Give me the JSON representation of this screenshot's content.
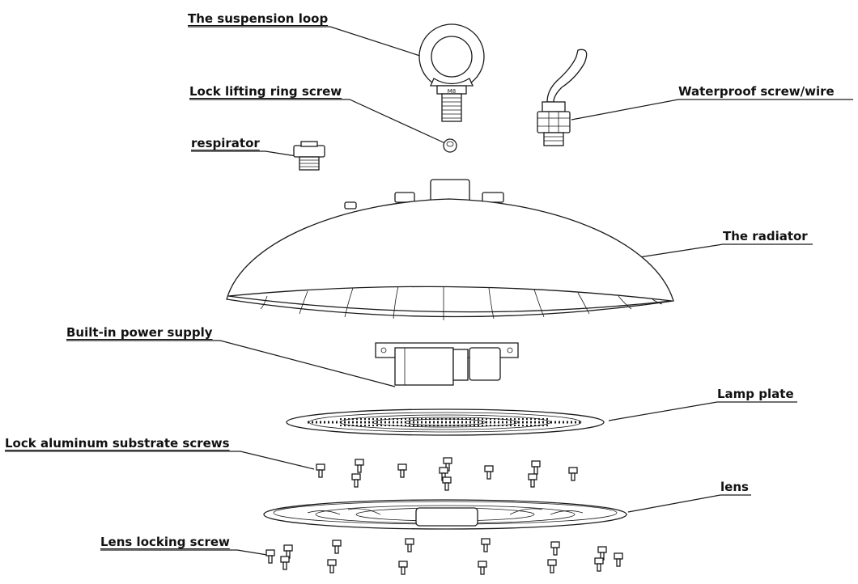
{
  "labels": {
    "suspension_loop": "The suspension loop",
    "lock_ring_screw": "Lock lifting ring screw",
    "respirator": "respirator",
    "waterproof": "Waterproof screw/wire",
    "radiator": "The radiator",
    "power_supply": "Built-in power supply",
    "lamp_plate": "Lamp plate",
    "substrate_screws": "Lock aluminum substrate screws",
    "lens": "lens",
    "lens_screw": "Lens locking screw"
  },
  "colors": {
    "line": "#1a1a1a",
    "background": "#ffffff"
  }
}
